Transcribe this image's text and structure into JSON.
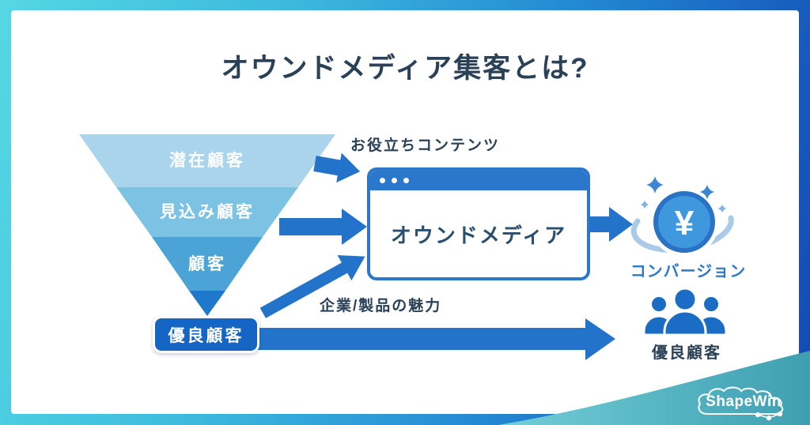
{
  "title": "オウンドメディア集客とは?",
  "funnel": {
    "stages": [
      {
        "label": "潜在顧客",
        "color": "#a9d4ec"
      },
      {
        "label": "見込み顧客",
        "color": "#7cc2e2"
      },
      {
        "label": "顧客",
        "color": "#4ba4d5"
      }
    ],
    "tip_color": "#1e78cb",
    "bottom_box_label": "優良顧客"
  },
  "annotations": {
    "top_arrow": "お役立ちコンテンツ",
    "bottom_arrow": "企業/製品の魅力"
  },
  "browser_window": {
    "title": "オウンドメディア"
  },
  "conversion": {
    "coin_symbol": "¥",
    "label": "コンバージョン"
  },
  "loyal_customers": {
    "label": "優良顧客"
  },
  "logo": {
    "text": "ShapeWin"
  },
  "colors": {
    "frame_gradient_start": "#55d7e3",
    "frame_gradient_end": "#1448b2",
    "arrow_blue": "#2473cb",
    "box_blue": "#1565c4",
    "title_navy": "#2a4157",
    "label_blue": "#2e7ac9",
    "swoosh_teal": "#46a7b6",
    "coin_fill": "#3f97dd",
    "coin_ring": "#2a72c6"
  }
}
